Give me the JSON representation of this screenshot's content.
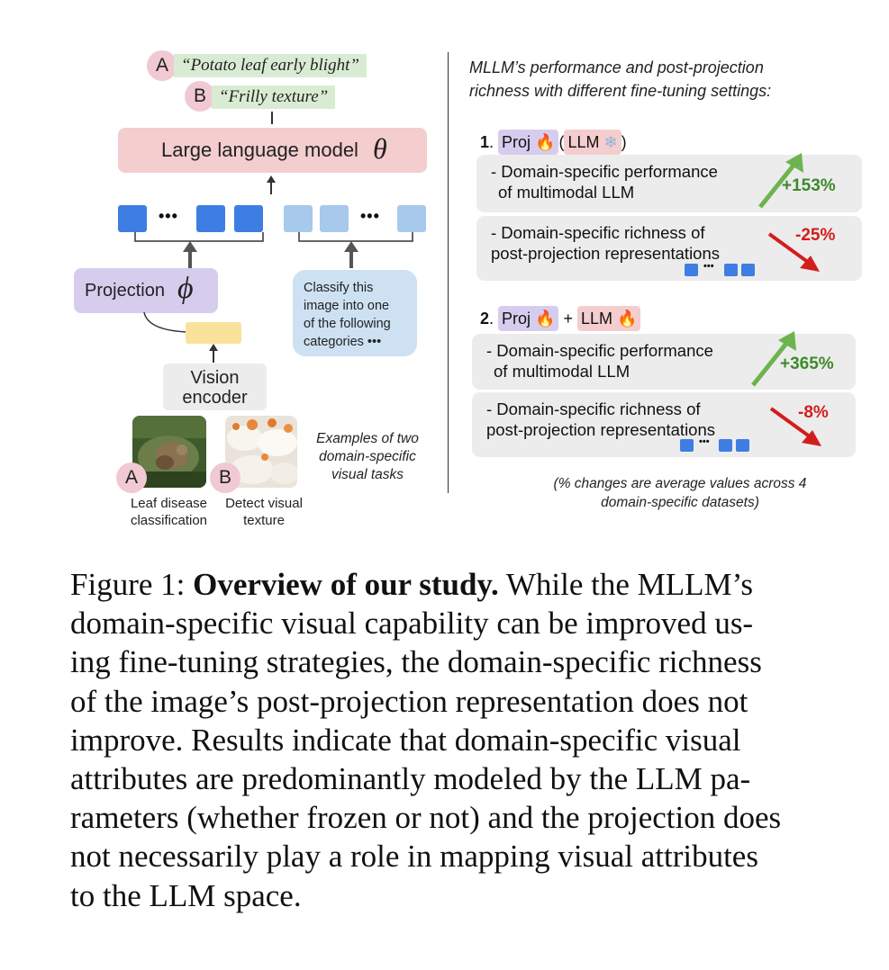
{
  "diagram": {
    "label_a": "A",
    "label_b": "B",
    "output_a": "“Potato leaf early blight”",
    "output_b": "“Frilly texture”",
    "llm_label": "Large language model",
    "llm_symbol": "θ",
    "projection_label": "Projection",
    "projection_symbol": "ϕ",
    "prompt_text": [
      "Classify this",
      "image into one",
      "of the following",
      "categories •••"
    ],
    "vision_encoder": [
      "Vision",
      "encoder"
    ],
    "example_a_caption": [
      "Leaf disease",
      "classification"
    ],
    "example_b_caption": [
      "Detect visual",
      "texture"
    ],
    "examples_text": [
      "Examples of two",
      "domain-specific",
      "visual tasks"
    ],
    "token_dots": "•••"
  },
  "panel": {
    "title": [
      "MLLM’s performance and post-projection",
      "richness with different fine-tuning settings:"
    ],
    "setting1": {
      "num": "1",
      "proj": "Proj",
      "llm": "LLM",
      "fire": "🔥",
      "snow": "❄"
    },
    "setting2": {
      "num": "2",
      "proj": "Proj",
      "plus": "+",
      "llm": "LLM",
      "fire": "🔥"
    },
    "perf_label": [
      "- Domain-specific performance",
      "of multimodal LLM"
    ],
    "rich_label": [
      "- Domain-specific richness of",
      "post-projection representations"
    ],
    "s1_perf": "+153%",
    "s1_rich": "-25%",
    "s2_perf": "+365%",
    "s2_rich": "-8%",
    "footnote": [
      "(% changes are average values across 4",
      "domain-specific datasets)"
    ],
    "colors": {
      "up": "#3e8a2b",
      "down": "#d21d1d"
    }
  },
  "caption": {
    "lines": [
      [
        "Figure 1: ",
        "Overview of our study.",
        " While the MLLM’s"
      ],
      [
        "domain-specific visual capability can be improved us-"
      ],
      [
        "ing fine-tuning strategies, the domain-specific richness"
      ],
      [
        "of the image’s post-projection representation does not"
      ],
      [
        "improve.  Results indicate that domain-specific visual"
      ],
      [
        "attributes are predominantly modeled by the LLM pa-"
      ],
      [
        "rameters (whether frozen or not) and the projection does"
      ],
      [
        "not necessarily play a role in mapping visual attributes"
      ],
      [
        "to the LLM space."
      ]
    ]
  }
}
